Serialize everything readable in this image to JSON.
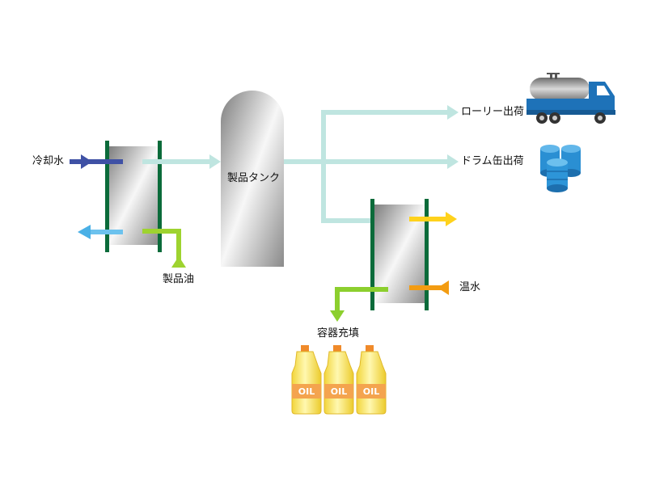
{
  "labels": {
    "cooling_water": "冷却水",
    "product_oil": "製品油",
    "product_tank": "製品タンク",
    "lorry_shipment": "ローリー出荷",
    "drum_shipment": "ドラム缶出荷",
    "warm_water": "温水",
    "container_filling": "容器充填"
  },
  "bottle_label": "OIL",
  "colors": {
    "cooling_pipe": "#4aa8e0",
    "cooling_in": "#3f51a5",
    "oil_pipe": "#9ed32f",
    "product_pipe": "#bfe5e0",
    "warm_pipe": "#f4b400",
    "heat_exchanger_frame": "#0b6b3a",
    "truck": "#1e72b8",
    "drum": "#2a8fd3",
    "bottle": "#f6e36a"
  }
}
